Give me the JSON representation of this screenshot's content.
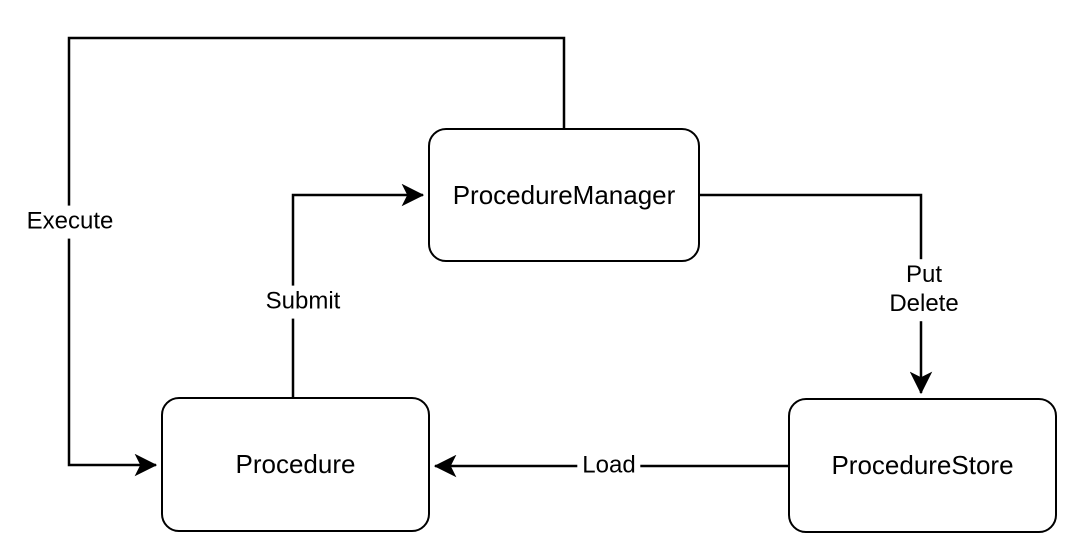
{
  "diagram": {
    "type": "flowchart",
    "background_color": "#ffffff",
    "line_color": "#000000",
    "text_color": "#000000",
    "nodes": [
      {
        "id": "procedure-manager",
        "label": "ProcedureManager"
      },
      {
        "id": "procedure",
        "label": "Procedure"
      },
      {
        "id": "procedure-store",
        "label": "ProcedureStore"
      }
    ],
    "edges": [
      {
        "id": "execute",
        "label": "Execute",
        "from": "ProcedureManager",
        "to": "Procedure",
        "arrow": "to"
      },
      {
        "id": "submit",
        "label": "Submit",
        "from": "Procedure",
        "to": "ProcedureManager",
        "arrow": "to"
      },
      {
        "id": "put-delete",
        "label_lines": [
          "Put",
          "Delete"
        ],
        "from": "ProcedureManager",
        "to": "ProcedureStore",
        "arrow": "to"
      },
      {
        "id": "load",
        "label": "Load",
        "from": "ProcedureStore",
        "to": "Procedure",
        "arrow": "to"
      }
    ]
  }
}
